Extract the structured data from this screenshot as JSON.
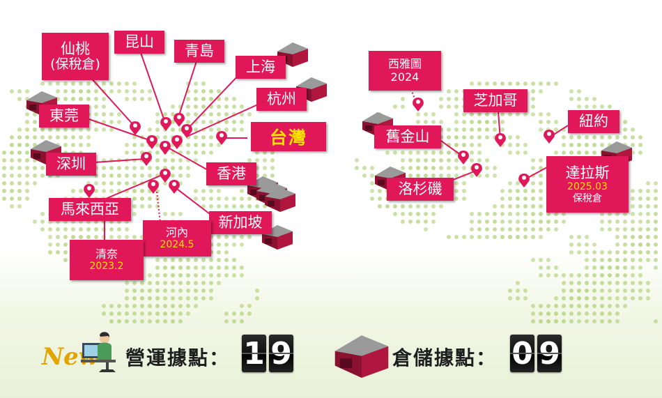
{
  "map": {
    "taiwan": "台灣",
    "asia_cities": [
      {
        "id": "xiantao",
        "line1": "仙桃",
        "line2": "(保稅倉)"
      },
      {
        "id": "kunshan",
        "line1": "昆山"
      },
      {
        "id": "qingdao",
        "line1": "青島"
      },
      {
        "id": "shanghai",
        "line1": "上海"
      },
      {
        "id": "hangzhou",
        "line1": "杭州"
      },
      {
        "id": "dongguan",
        "line1": "東莞"
      },
      {
        "id": "shenzhen",
        "line1": "深圳"
      },
      {
        "id": "hongkong",
        "line1": "香港"
      },
      {
        "id": "malaysia",
        "line1": "馬來西亞"
      },
      {
        "id": "singapore",
        "line1": "新加坡"
      },
      {
        "id": "hanoi",
        "line1": "河內",
        "date": "2024.5"
      },
      {
        "id": "chiang-mai",
        "line1": "清奈",
        "date": "2023.2"
      }
    ],
    "us_cities": [
      {
        "id": "seattle",
        "line1": "西雅圖",
        "date": "2024"
      },
      {
        "id": "chicago",
        "line1": "芝加哥"
      },
      {
        "id": "new-york",
        "line1": "紐約"
      },
      {
        "id": "san-francisco",
        "line1": "舊金山"
      },
      {
        "id": "los-angeles",
        "line1": "洛杉磯"
      },
      {
        "id": "dallas",
        "line1": "達拉斯",
        "date": "2025.03",
        "note": "保稅倉"
      }
    ]
  },
  "footer": {
    "new_badge": "New",
    "operations_label": "營運據點：",
    "operations_digits": [
      "1",
      "9"
    ],
    "warehouse_label": "倉儲據點：",
    "warehouse_digits": [
      "0",
      "9"
    ]
  },
  "colors": {
    "label_bg": "#e0185a",
    "highlight_text": "#ffe100",
    "map_dots": "#a8cc6a",
    "pin": "#e0185a"
  }
}
